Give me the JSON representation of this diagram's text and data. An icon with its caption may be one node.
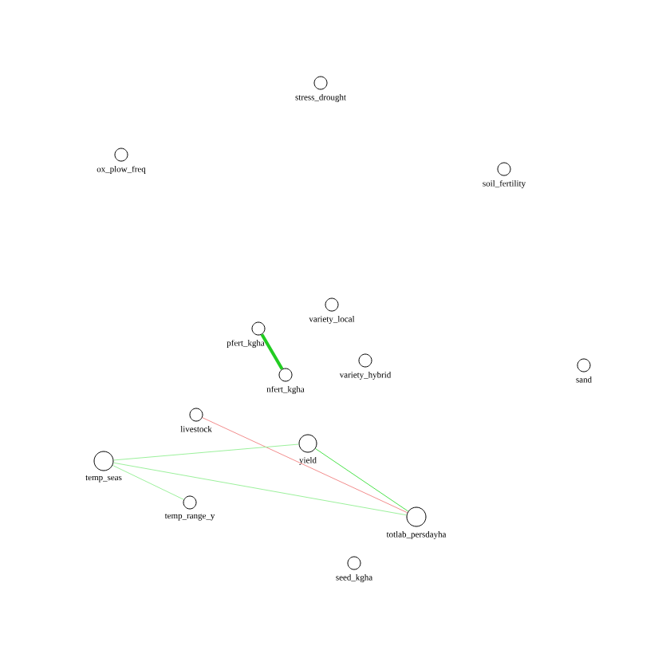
{
  "diagram": {
    "nodes": [
      {
        "text": [
          "stress_drought"
        ]
      },
      {
        "text": [
          "ox_plow_freq"
        ]
      },
      {
        "text": [
          "soil_fertility"
        ]
      },
      {
        "text": [
          "variety_local"
        ]
      },
      {
        "text": [
          "pfert_kgha"
        ]
      },
      {
        "text": [
          "nfert_kgha"
        ]
      },
      {
        "text": [
          "variety_hybrid"
        ]
      },
      {
        "text": [
          "sand"
        ]
      },
      {
        "text": [
          "livestock"
        ]
      },
      {
        "text": [
          "yield"
        ]
      },
      {
        "text": [
          "temp_seas"
        ]
      },
      {
        "text": [
          "temp_range_y"
        ]
      },
      {
        "text": [
          "totlab_persdayha"
        ]
      },
      {
        "text": [
          "seed_kgha"
        ]
      }
    ],
    "edges": [
      {
        "from": 4,
        "to": 5,
        "arrow": "none",
        "style": "thick",
        "color": "#22cc22"
      },
      {
        "from": 8,
        "to": 12,
        "arrow": "none",
        "color": "#f08080"
      },
      {
        "from": 10,
        "to": 9,
        "arrow": "none",
        "color": "#90ee90"
      },
      {
        "from": 10,
        "to": 12,
        "arrow": "none",
        "color": "#90ee90"
      },
      {
        "from": 10,
        "to": 11,
        "arrow": "none",
        "color": "#90ee90"
      },
      {
        "from": 9,
        "to": 12,
        "arrow": "none",
        "color": "#33dd33"
      }
    ]
  }
}
